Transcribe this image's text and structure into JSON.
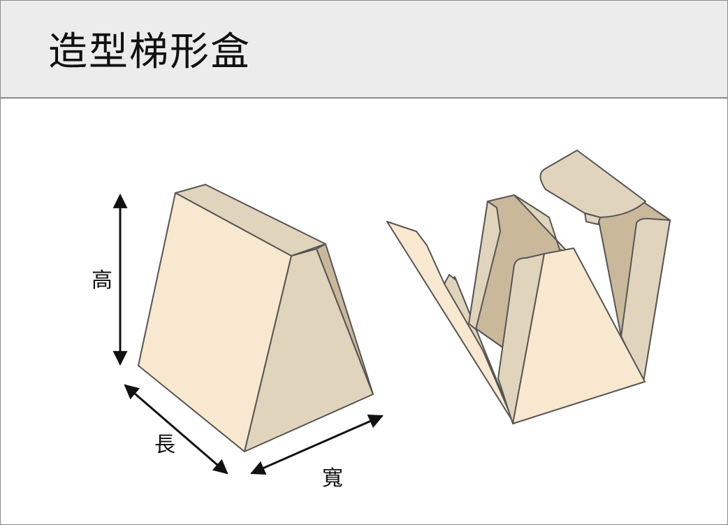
{
  "header": {
    "title": "造型梯形盒"
  },
  "dimensions": {
    "height": "高",
    "length": "長",
    "width": "寬"
  },
  "colors": {
    "light_face": "#f8e8cf",
    "mid_face": "#e1d4bc",
    "dark_face": "#c9b89a",
    "outline": "#555555",
    "header_bg": "#ececec"
  }
}
